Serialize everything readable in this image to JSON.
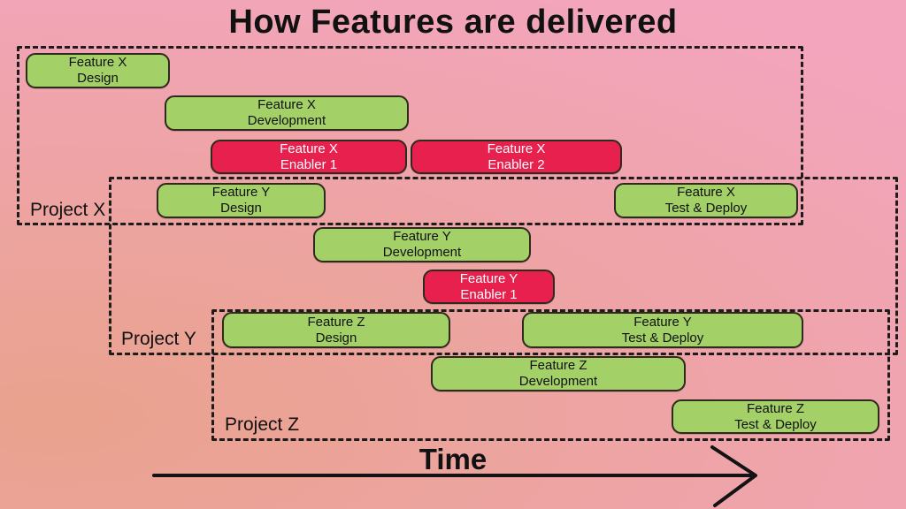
{
  "title": "How Features are delivered",
  "time_axis": {
    "label": "Time"
  },
  "projects": [
    {
      "label": "Project X"
    },
    {
      "label": "Project Y"
    },
    {
      "label": "Project Z"
    }
  ],
  "bars": [
    {
      "name": "Feature X Design",
      "line1": "Feature X",
      "line2": "Design",
      "kind": "feature"
    },
    {
      "name": "Feature X Development",
      "line1": "Feature X",
      "line2": "Development",
      "kind": "feature"
    },
    {
      "name": "Feature X Enabler 1",
      "line1": "Feature X",
      "line2": "Enabler 1",
      "kind": "enabler"
    },
    {
      "name": "Feature X Enabler 2",
      "line1": "Feature X",
      "line2": "Enabler 2",
      "kind": "enabler"
    },
    {
      "name": "Feature Y Design",
      "line1": "Feature Y",
      "line2": "Design",
      "kind": "feature"
    },
    {
      "name": "Feature X Test & Deploy",
      "line1": "Feature X",
      "line2": "Test & Deploy",
      "kind": "feature"
    },
    {
      "name": "Feature Y Development",
      "line1": "Feature Y",
      "line2": "Development",
      "kind": "feature"
    },
    {
      "name": "Feature Y Enabler 1",
      "line1": "Feature Y",
      "line2": "Enabler 1",
      "kind": "enabler"
    },
    {
      "name": "Feature Z Design",
      "line1": "Feature Z",
      "line2": "Design",
      "kind": "feature"
    },
    {
      "name": "Feature Y Test & Deploy",
      "line1": "Feature Y",
      "line2": "Test & Deploy",
      "kind": "feature"
    },
    {
      "name": "Feature Z Development",
      "line1": "Feature Z",
      "line2": "Development",
      "kind": "feature"
    },
    {
      "name": "Feature Z Test & Deploy",
      "line1": "Feature Z",
      "line2": "Test & Deploy",
      "kind": "feature"
    }
  ],
  "colors": {
    "feature_bar": "#a3d168",
    "enabler_bar": "#e7204e",
    "bar_border": "#2e2a1d",
    "dashed_border": "#1c1c1c",
    "text_dark": "#111111",
    "text_light": "#ffffff",
    "background_salmon": "#e9a28d",
    "background_pink": "#f3a5bd"
  }
}
